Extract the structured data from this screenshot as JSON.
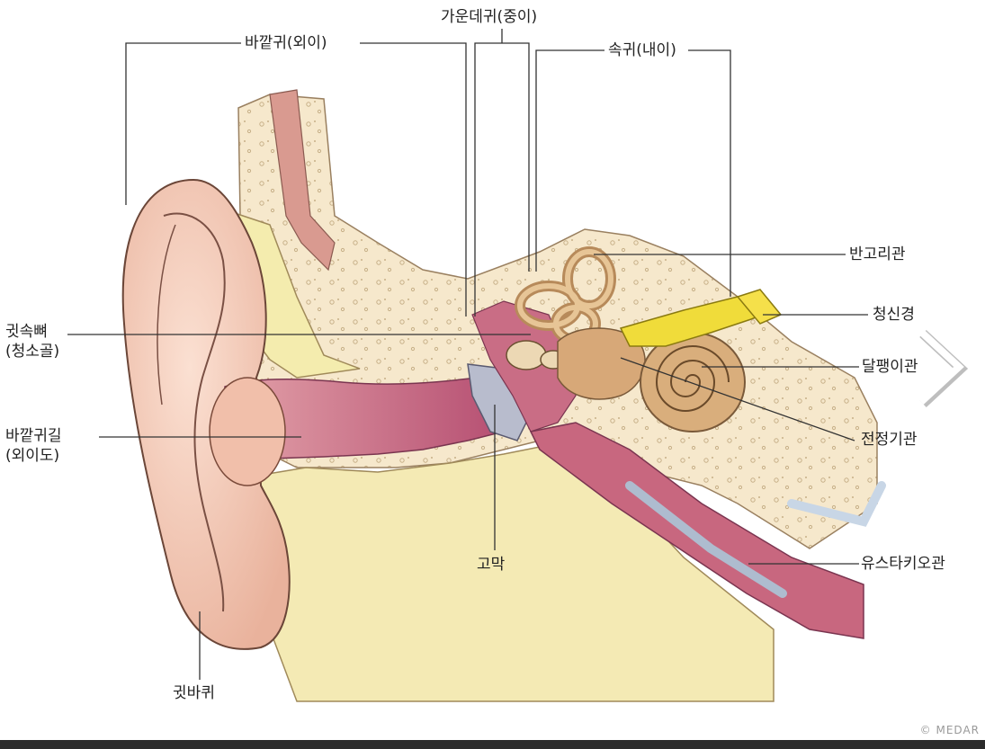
{
  "labels": {
    "outer_ear": "바깥귀(외이)",
    "middle_ear": "가운데귀(중이)",
    "inner_ear": "속귀(내이)",
    "semicircular_canals": "반고리관",
    "auditory_nerve": "청신경",
    "cochlea": "달팽이관",
    "vestibule": "전정기관",
    "eustachian_tube": "유스타키오관",
    "eardrum": "고막",
    "auricle": "귓바퀴",
    "ossicles_line1": "귓속뼈",
    "ossicles_line2": "(청소골)",
    "ear_canal_line1": "바깥귀길",
    "ear_canal_line2": "(외이도)"
  },
  "credit": "© MEDAR",
  "colors": {
    "skin": "#f2c8b4",
    "bone": "#f6e7c6",
    "cartilage": "#f4ecae",
    "canal": "#c86a86",
    "cochlea": "#d9ae7c",
    "nerve": "#f0dc3a"
  },
  "icons": {
    "next": "chevron-right-icon"
  }
}
